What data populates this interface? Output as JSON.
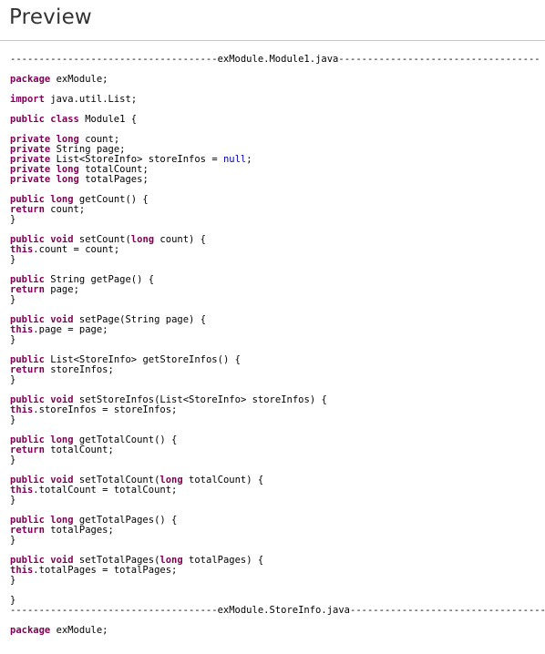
{
  "header": {
    "title": "Preview"
  },
  "code_lines": [
    "------------------------------------exModule.Module1.java-----------------------------------",
    "",
    "package exModule;",
    "",
    "import java.util.List;",
    "",
    "public class Module1 {",
    "",
    "private long count;",
    "private String page;",
    "private List<StoreInfo> storeInfos = null;",
    "private long totalCount;",
    "private long totalPages;",
    "",
    "public long getCount() {",
    "return count;",
    "}",
    "",
    "public void setCount(long count) {",
    "this.count = count;",
    "}",
    "",
    "public String getPage() {",
    "return page;",
    "}",
    "",
    "public void setPage(String page) {",
    "this.page = page;",
    "}",
    "",
    "public List<StoreInfo> getStoreInfos() {",
    "return storeInfos;",
    "}",
    "",
    "public void setStoreInfos(List<StoreInfo> storeInfos) {",
    "this.storeInfos = storeInfos;",
    "}",
    "",
    "public long getTotalCount() {",
    "return totalCount;",
    "}",
    "",
    "public void setTotalCount(long totalCount) {",
    "this.totalCount = totalCount;",
    "}",
    "",
    "public long getTotalPages() {",
    "return totalPages;",
    "}",
    "",
    "public void setTotalPages(long totalPages) {",
    "this.totalPages = totalPages;",
    "}",
    "",
    "}",
    "------------------------------------exModule.StoreInfo.java------------------------------------",
    "",
    "package exModule;"
  ],
  "syntax_colors": {
    "keyword": "#7f0055",
    "literal": "#0000c0",
    "text": "#000000"
  }
}
